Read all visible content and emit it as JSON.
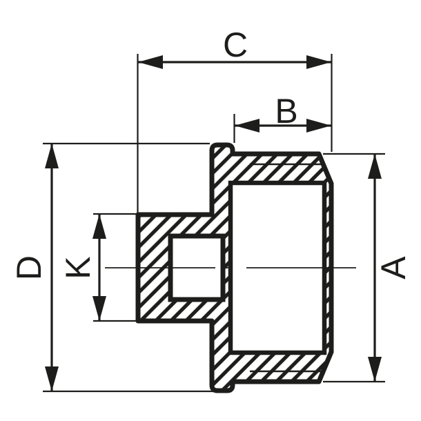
{
  "drawing": {
    "kind": "cross-section",
    "colors": {
      "line": "#1d1d1b",
      "background": "#ffffff"
    },
    "dimensions": {
      "c": {
        "label": "C"
      },
      "b": {
        "label": "B"
      },
      "d": {
        "label": "D"
      },
      "k": {
        "label": "K"
      },
      "a": {
        "label": "A"
      }
    }
  }
}
